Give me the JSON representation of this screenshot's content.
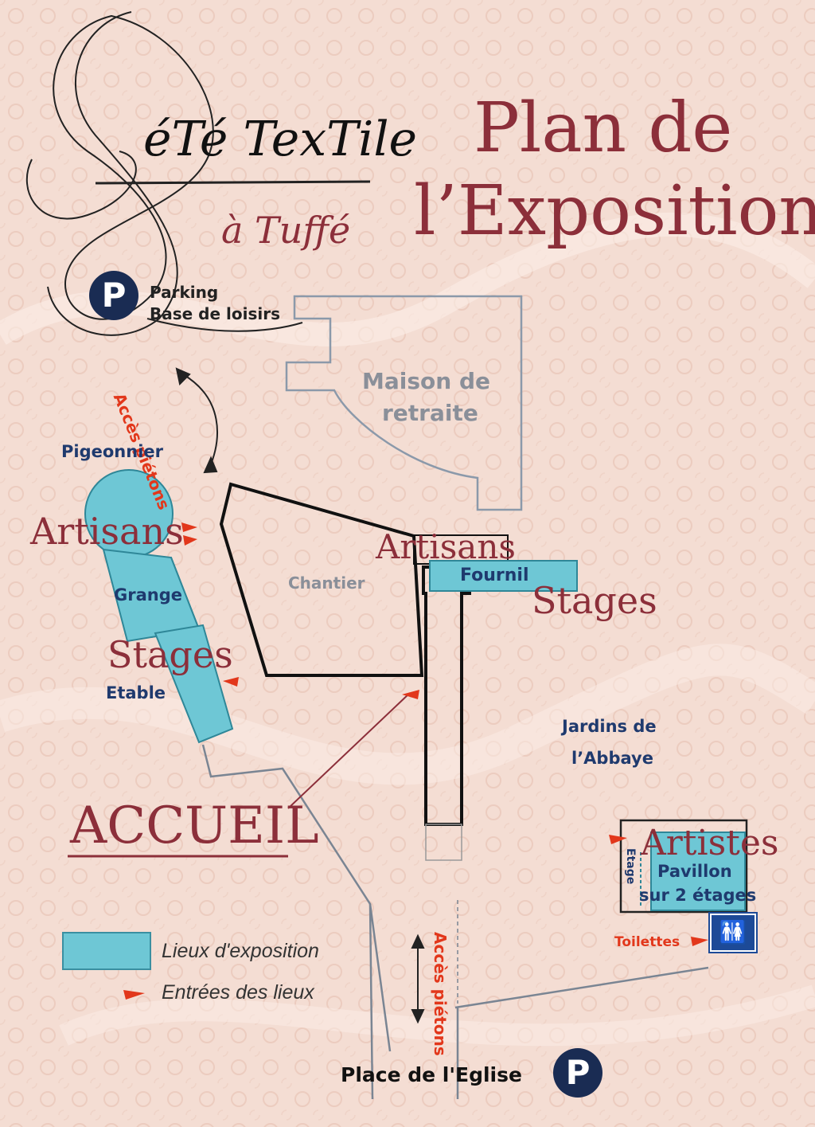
{
  "logo": {
    "name": "éTé TexTile",
    "location": "à Tuffé"
  },
  "title": {
    "line1": "Plan de",
    "line2": "l’Exposition"
  },
  "parking_top": {
    "icon": "parking-icon",
    "symbol": "P",
    "line1": "Parking",
    "line2": "Base de loisirs"
  },
  "parking_bottom": {
    "icon": "parking-icon",
    "symbol": "P",
    "label": "Place de l'Eglise"
  },
  "access": {
    "top": "Accès piétons",
    "bottom": "Accès piétons"
  },
  "buildings": {
    "maison_line1": "Maison de",
    "maison_line2": "retraite",
    "pigeonnier": "Pigeonnier",
    "grange": "Grange",
    "etable": "Etable",
    "chantier": "Chantier",
    "fournil": "Fournil",
    "jardins_line1": "Jardins de",
    "jardins_line2": "l’Abbaye",
    "pavillon_line1": "Pavillon",
    "pavillon_line2": "sur 2 étages",
    "etage": "Etage",
    "toilettes": "Toilettes"
  },
  "annotations": {
    "artisans_left": "Artisans",
    "artisans_center": "Artisans",
    "stages_left": "Stages",
    "stages_right": "Stages",
    "artistes": "Artistes",
    "accueil": "ACCUEIL"
  },
  "legend": {
    "exposition": "Lieux d'exposition",
    "entrees": "Entrées des lieux"
  },
  "colors": {
    "background": "#f4ddd3",
    "exposition_fill": "#6ec7d5",
    "entry_marker": "#e2371b",
    "title": "#8c2f3a",
    "navy": "#1f3a6e"
  }
}
